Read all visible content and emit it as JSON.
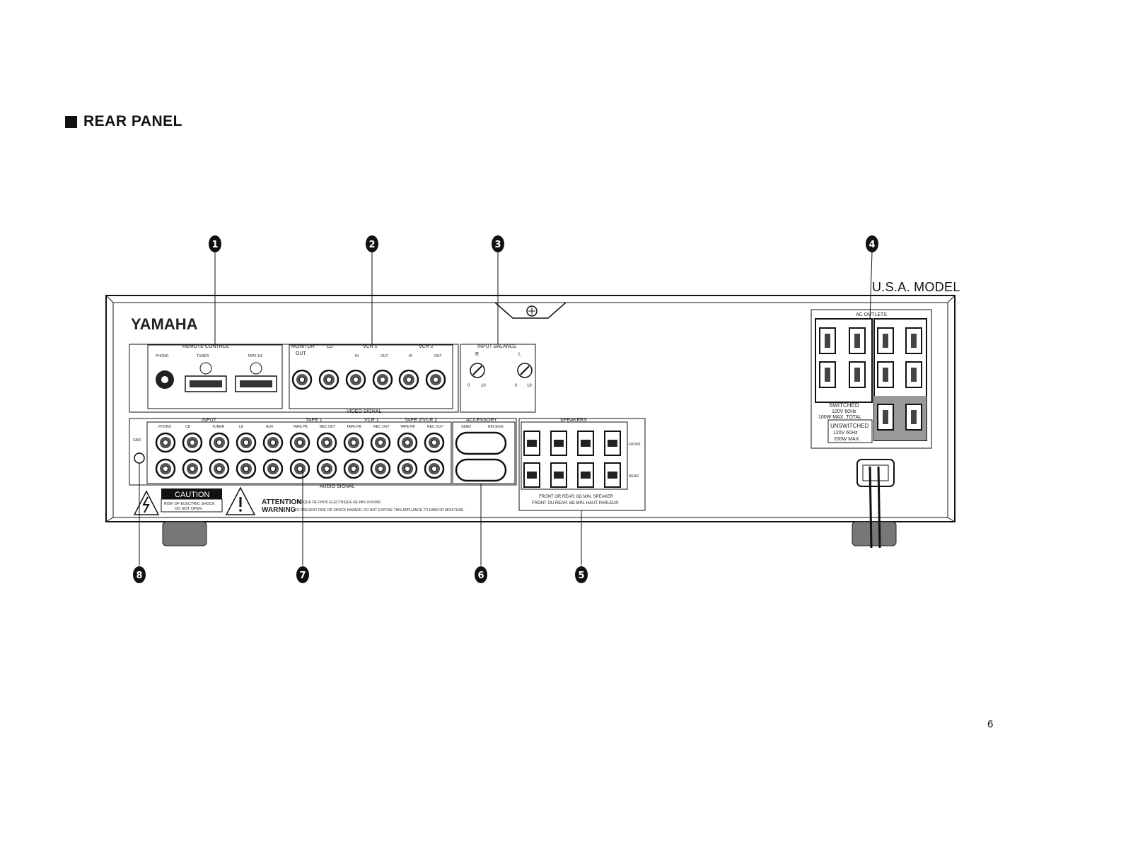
{
  "heading": "REAR PANEL",
  "model_label": "U.S.A. MODEL",
  "page_number": "6",
  "brand": "YAMAHA",
  "remote_control": {
    "title": "REMOTE CONTROL",
    "labels": [
      "PHONO",
      "TUNER",
      "TAPE 1/2"
    ]
  },
  "video": {
    "monitor": "MONITOR",
    "out": "OUT",
    "ld": "LD",
    "vcr1": "VCR 1",
    "vcr2": "VCR 2",
    "jack_labels": [
      "IN",
      "OUT",
      "IN",
      "OUT"
    ],
    "signal": "VIDEO SIGNAL"
  },
  "input_balance": {
    "title": "INPUT BALANCE",
    "r": "R",
    "l": "L",
    "scale": [
      "0",
      "10",
      "0",
      "10"
    ]
  },
  "ac_outlets": {
    "title": "AC OUTLETS",
    "switched": [
      "SWITCHED",
      "120V 60Hz",
      "100W MAX. TOTAL"
    ],
    "unswitched": [
      "UNSWITCHED",
      "120V 60Hz",
      "200W MAX."
    ]
  },
  "audio": {
    "input": "INPUT",
    "tape1": "TAPE 1",
    "vcr1": "VCR 1",
    "tape2": "TAPE 2/VCR 2",
    "accessory": "ACCESSORY",
    "gnd": "GND",
    "columns": [
      "PHONO",
      "CD",
      "TUNER",
      "LD",
      "AUX",
      "TAPE PB",
      "REC OUT",
      "TAPE PB",
      "REC OUT",
      "TAPE PB",
      "REC OUT"
    ],
    "send": "SEND",
    "receive": "RECEIVE",
    "signal": "AUDIO SIGNAL"
  },
  "speakers": {
    "title": "SPEAKERS",
    "front": "FRONT",
    "rear": "REAR",
    "note1": "FRONT OR REAR: 8Ω MIN. SPEAKER",
    "note2": "FRONT OU REAR: 8Ω MIN. HAUT-PARLEUR"
  },
  "caution": {
    "title": "CAUTION",
    "line1": "RISK OF ELECTRIC SHOCK",
    "line2": "DO NOT OPEN"
  },
  "attention": {
    "label": "ATTENTION",
    "text": ": RISQUE DE CHOC ELECTRIQUE NE PAS OUVRIR."
  },
  "warning": {
    "label": "WARNING",
    "text": ": TO PREVENT FIRE OR SHOCK HAZARD, DO NOT EXPOSE THIS APPLIANCE TO RAIN OR MOISTURE."
  },
  "callouts": [
    "1",
    "2",
    "3",
    "4",
    "5",
    "6",
    "7",
    "8"
  ]
}
